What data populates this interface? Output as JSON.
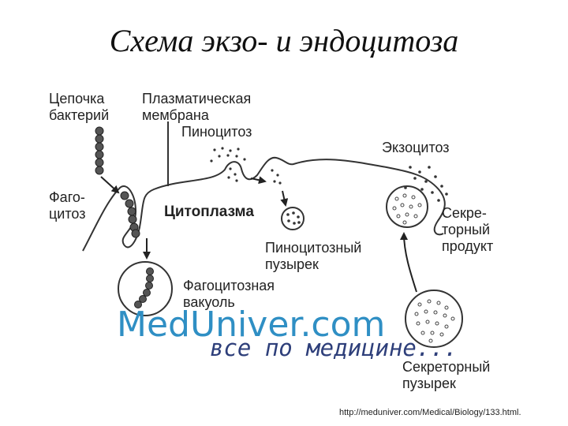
{
  "title": "Схема экзо- и эндоцитоза",
  "labels": {
    "bacteria_chain": "Цепочка\nбактерий",
    "plasma_membrane": "Плазматическая\nмембрана",
    "pinocytosis": "Пиноцитоз",
    "exocytosis": "Экзоцитоз",
    "phagocytosis": "Фаго-\nцитоз",
    "cytoplasm": "Цитоплазма",
    "secretory_product": "Секре-\nторный\nпродукт",
    "pinocytotic_vesicle": "Пиноцитозный\nпузырек",
    "phagocytic_vacuole": "Фагоцитозная\nвакуоль",
    "secretory_vesicle": "Секреторный\nпузырек"
  },
  "watermark": {
    "brand": "MedUniver.com",
    "slogan": "все по медицине..."
  },
  "source_url": "http://meduniver.com/Medical/Biology/133.html."
}
